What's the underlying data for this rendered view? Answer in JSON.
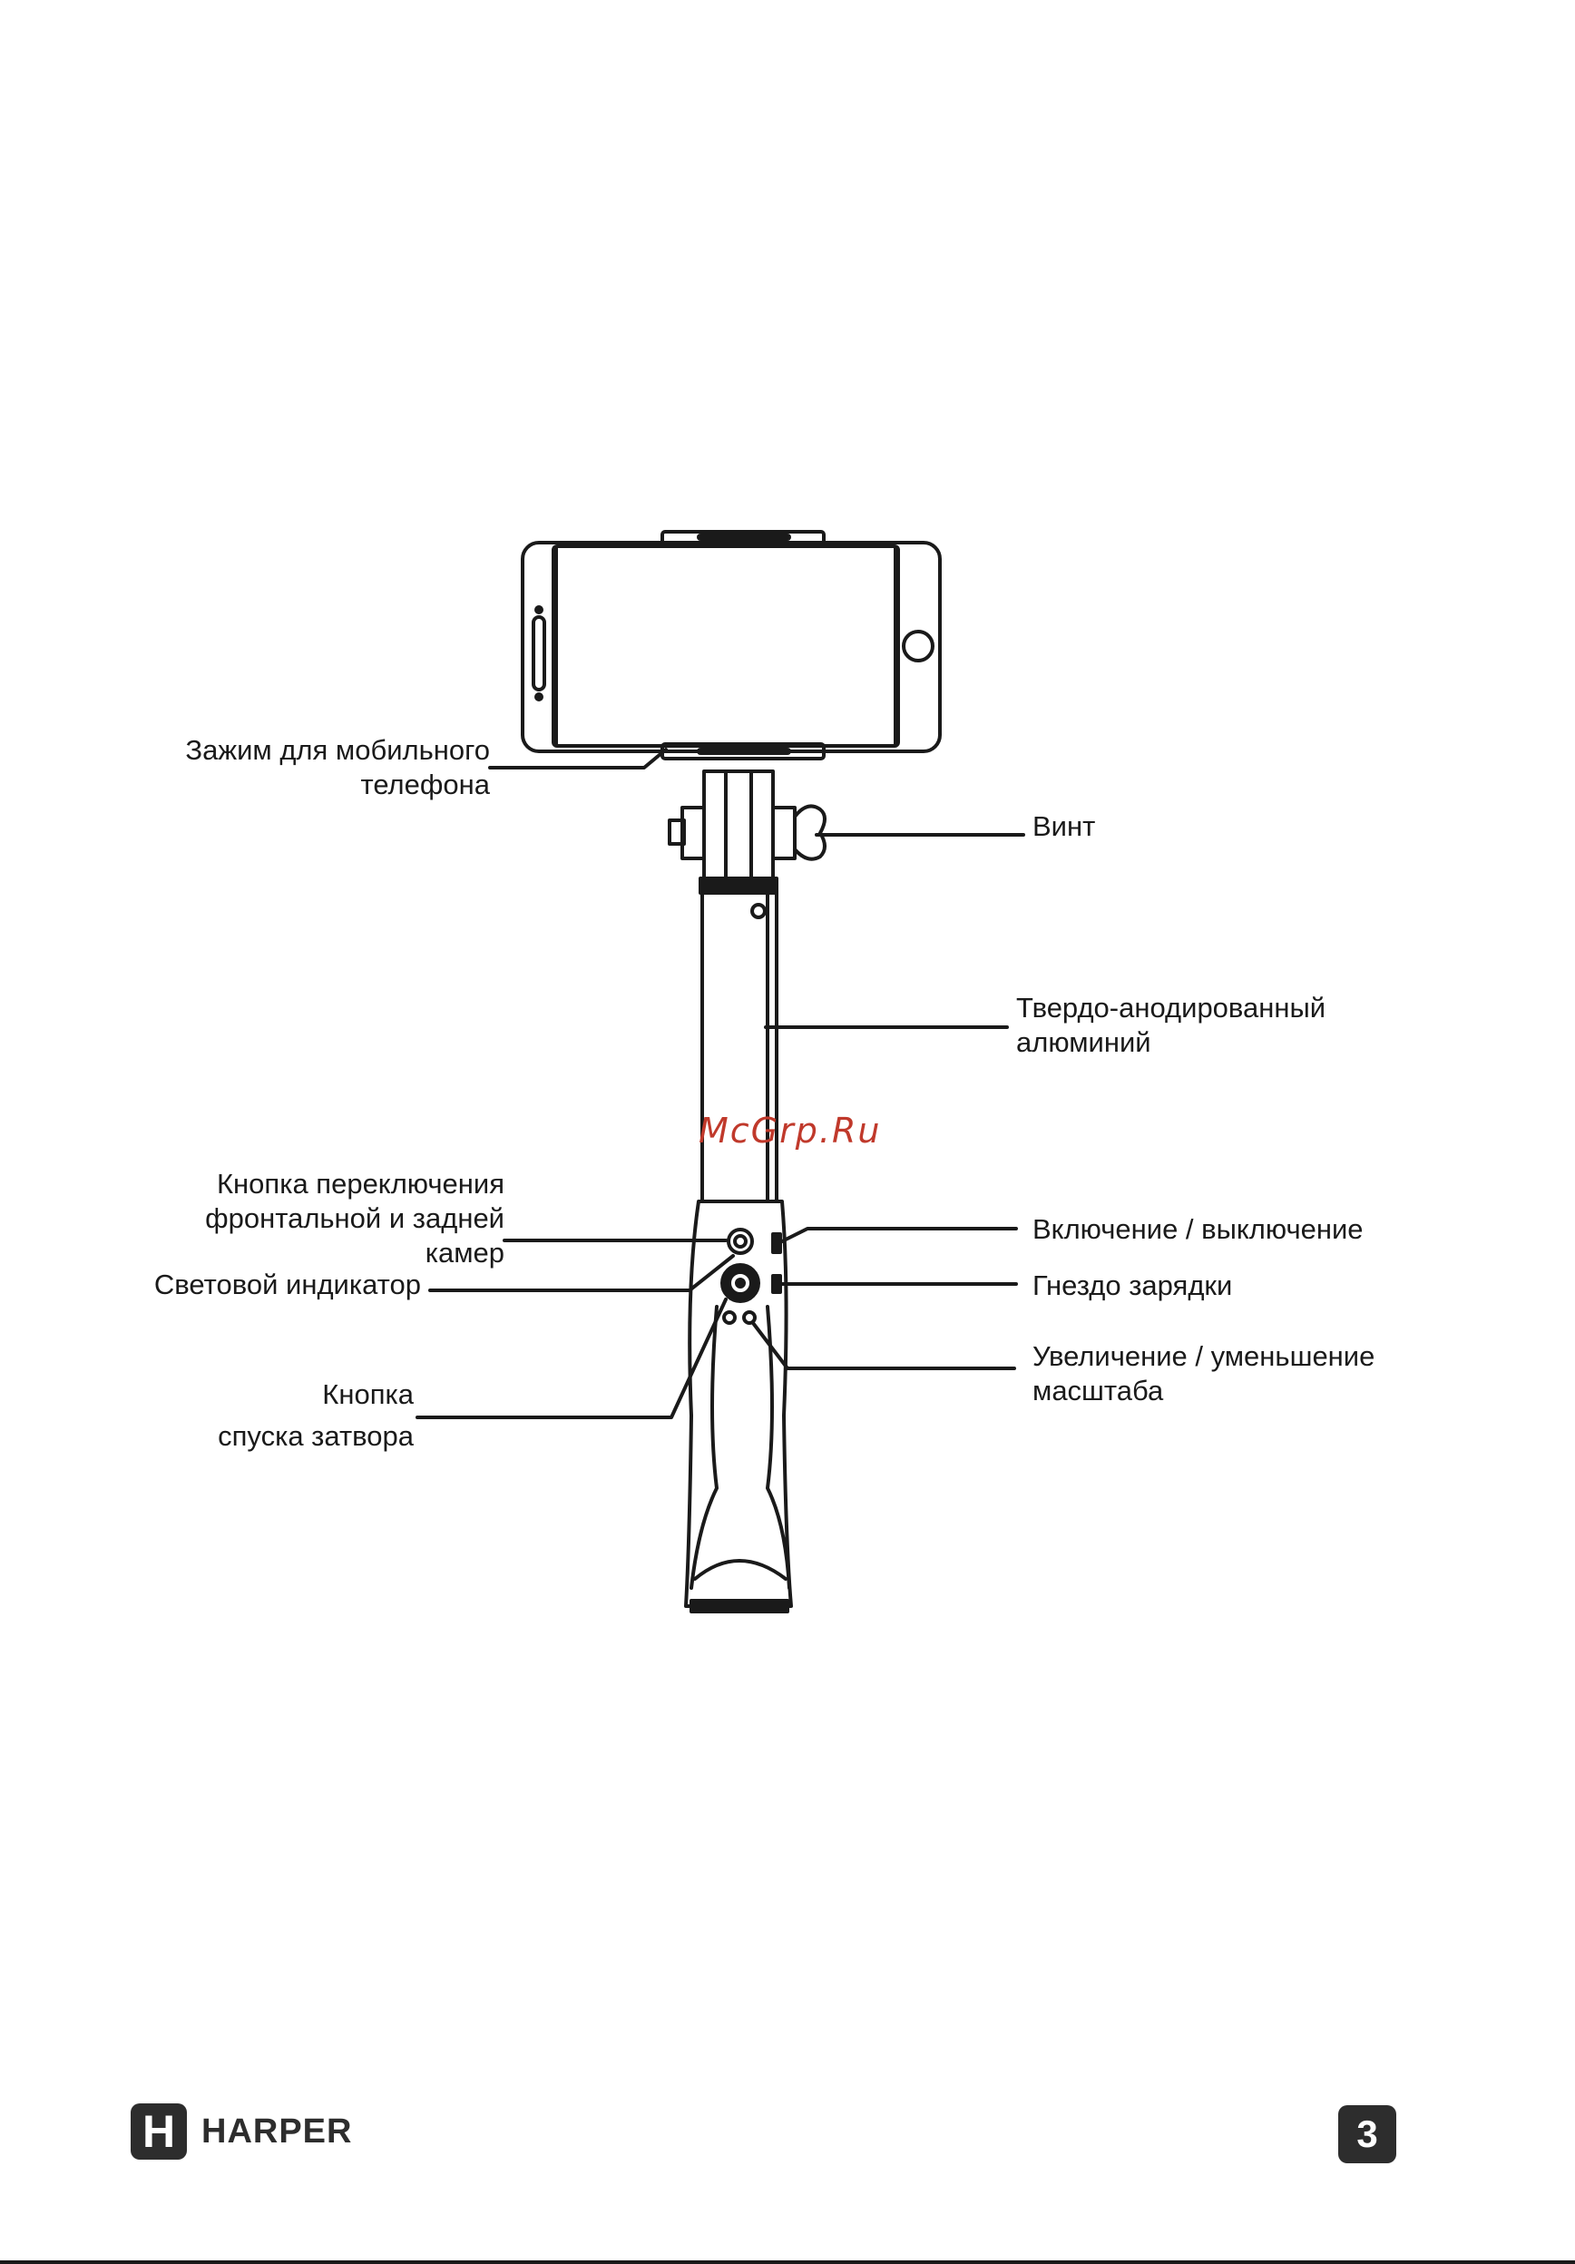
{
  "labels": {
    "phone_clamp": [
      "Зажим для мобильного",
      "телефона"
    ],
    "screw": "Винт",
    "aluminum": [
      "Твердо-анодированный",
      "алюминий"
    ],
    "camera_switch": [
      "Кнопка переключения",
      "фронтальной и задней",
      "камер"
    ],
    "indicator": "Световой индикатор",
    "shutter": [
      "Кнопка",
      "спуска затвора"
    ],
    "power": "Включение / выключение",
    "charging": "Гнездо зарядки",
    "zoom": [
      "Увеличение / уменьшение",
      "масштаба"
    ]
  },
  "watermark": {
    "text": "McGrp.Ru",
    "color": "#c0392b"
  },
  "footer": {
    "logo_letter": "H",
    "brand": "HARPER",
    "page_number": "3"
  }
}
